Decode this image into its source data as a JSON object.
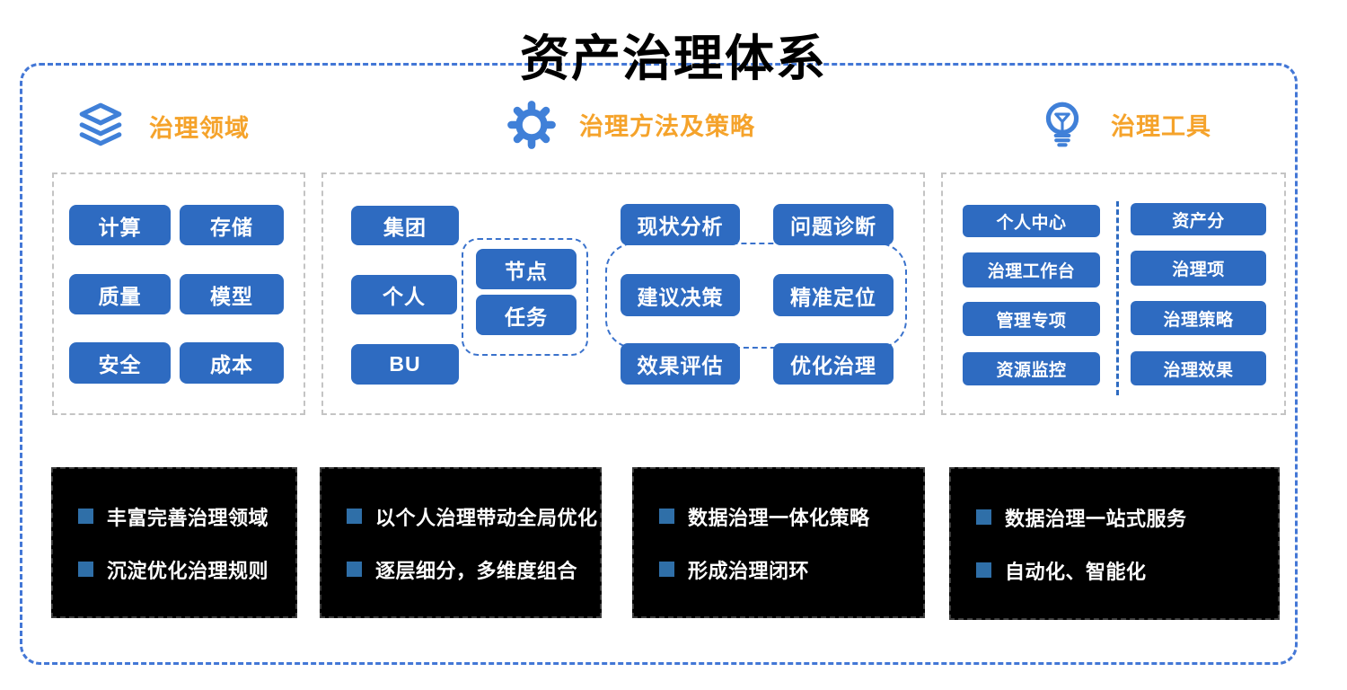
{
  "title": "资产治理体系",
  "colors": {
    "chip_blue": "#2e6bc1",
    "accent_orange": "#f5a32b",
    "icon_blue": "#4080d8",
    "outer_dash_blue": "#4377d6",
    "group_dash_blue": "#3a72cc",
    "panel_dash_gray": "#c4c4c4",
    "bullet_blue": "#2f6fa8",
    "card_black": "#000000"
  },
  "sections": [
    {
      "heading": "治理领域",
      "icon": "layers-icon",
      "buttons": [
        "计算",
        "存储",
        "质量",
        "模型",
        "安全",
        "成本"
      ]
    },
    {
      "heading": "治理方法及策略",
      "icon": "gear-icon",
      "org_buttons": [
        "集团",
        "个人",
        "BU"
      ],
      "node_buttons": [
        "节点",
        "任务"
      ],
      "process_buttons": [
        "现状分析",
        "问题诊断",
        "建议决策",
        "精准定位",
        "效果评估",
        "优化治理"
      ]
    },
    {
      "heading": "治理工具",
      "icon": "bulb-icon",
      "left_buttons": [
        "个人中心",
        "治理工作台",
        "管理专项",
        "资源监控"
      ],
      "right_buttons": [
        "资产分",
        "治理项",
        "治理策略",
        "治理效果"
      ]
    }
  ],
  "summaries": [
    {
      "items": [
        "丰富完善治理领域",
        "沉淀优化治理规则"
      ]
    },
    {
      "items": [
        "以个人治理带动全局优化",
        "逐层细分，多维度组合"
      ]
    },
    {
      "items": [
        "数据治理一体化策略",
        "形成治理闭环"
      ]
    },
    {
      "items": [
        "数据治理一站式服务",
        "自动化、智能化"
      ]
    }
  ]
}
